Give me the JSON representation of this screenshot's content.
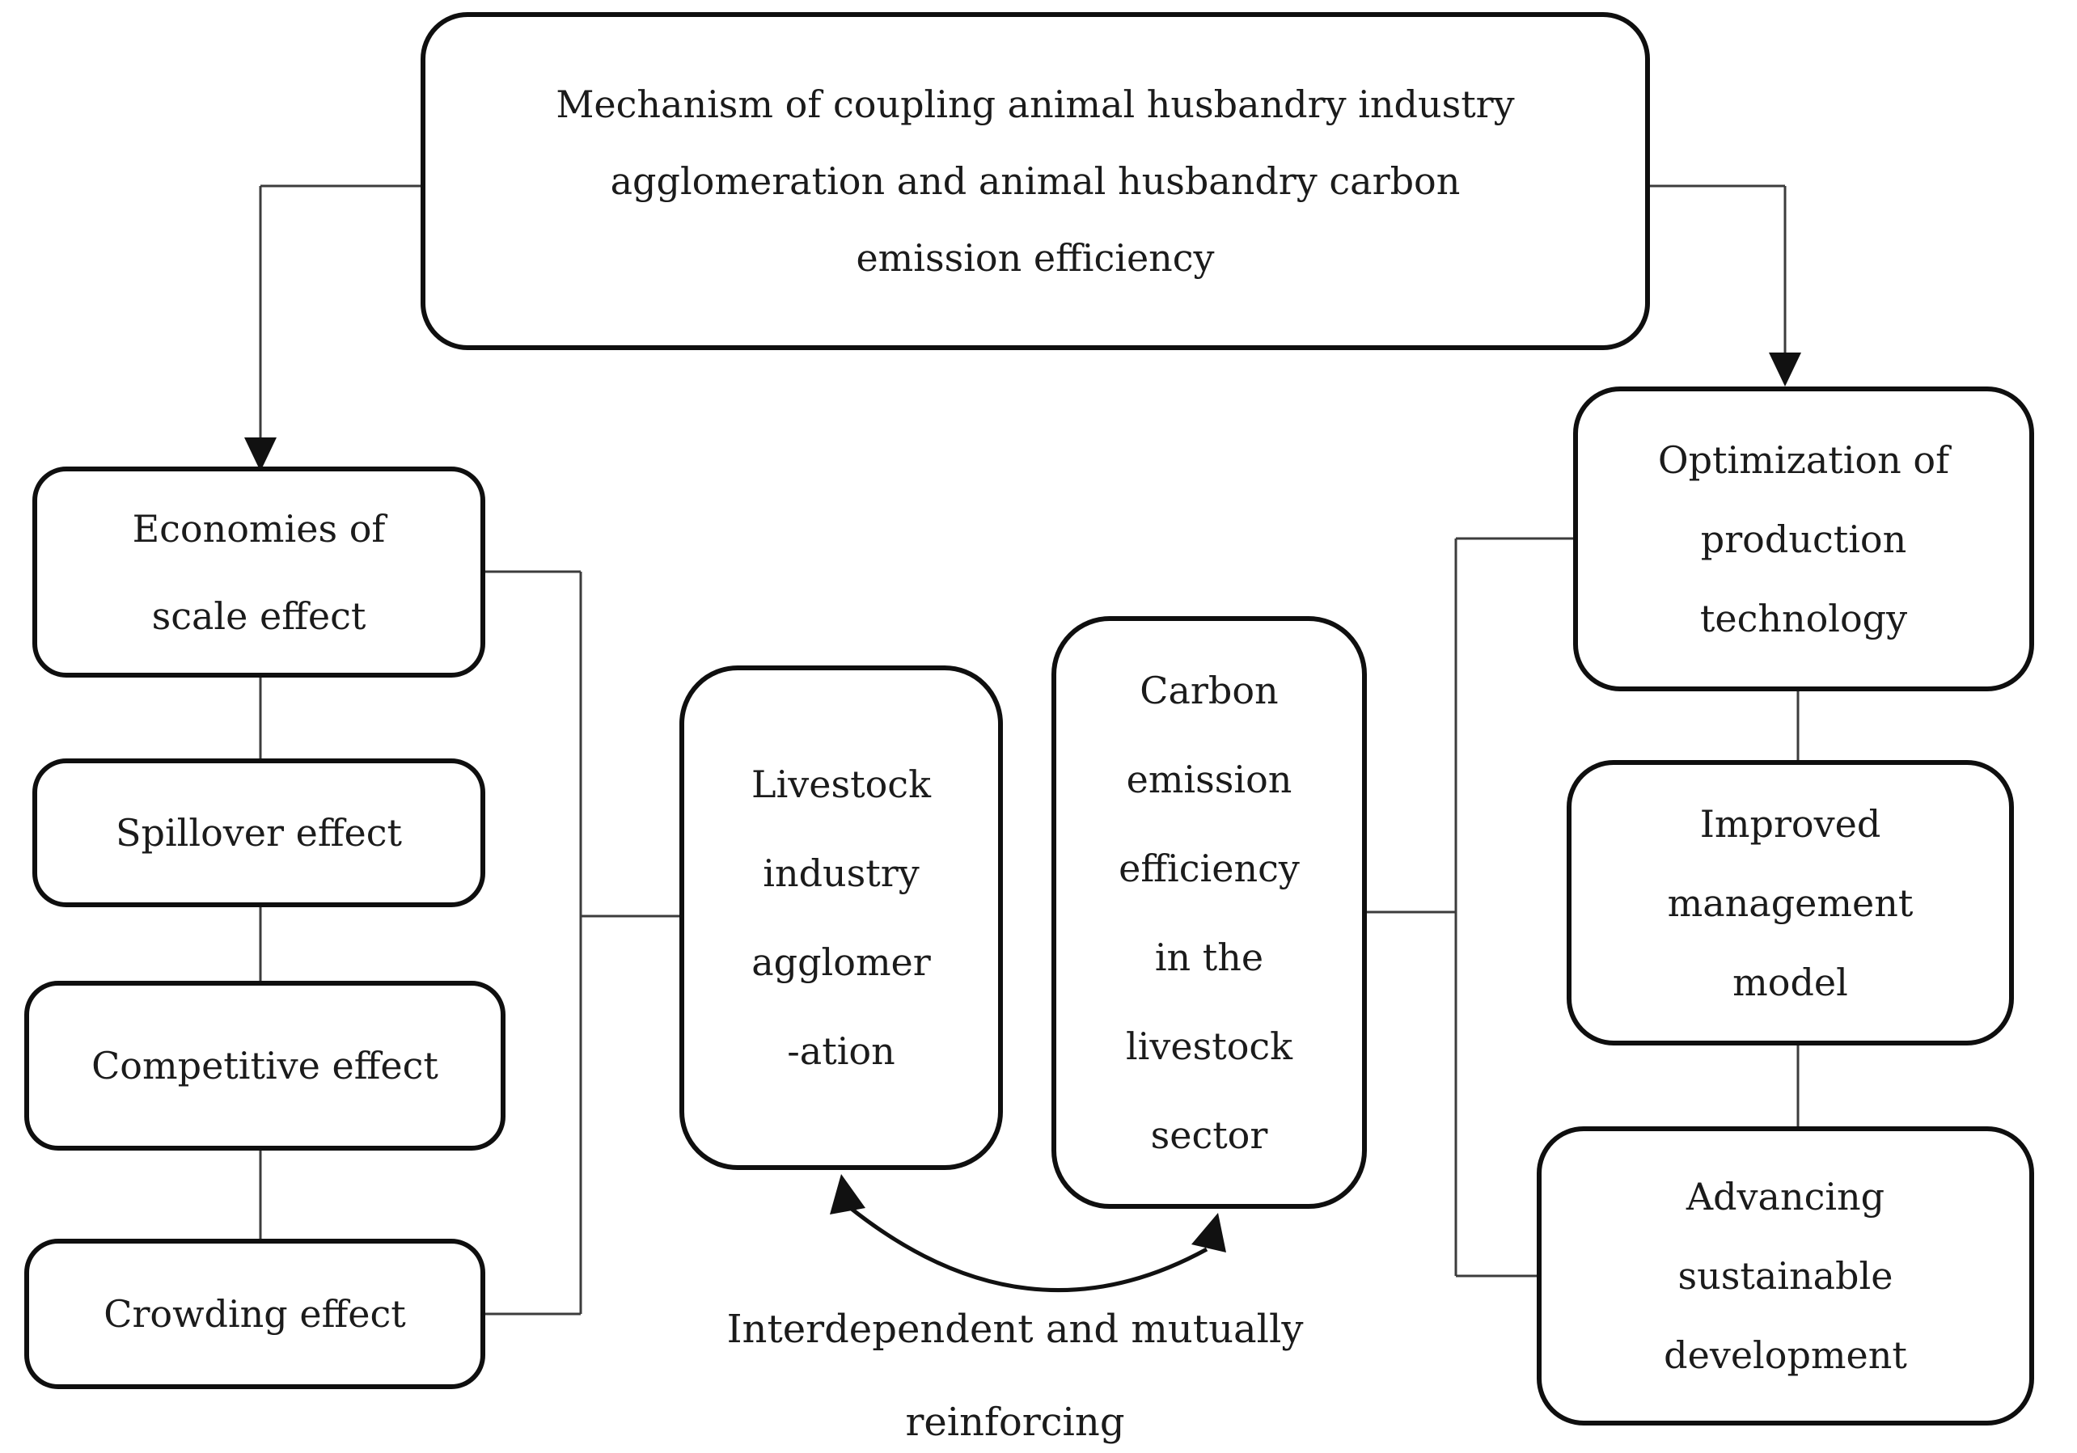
{
  "colors": {
    "background": "#ffffff",
    "box_fill": "#ffffff",
    "border": "#0f0f0f",
    "line": "#3c3c3c",
    "arrow": "#111111",
    "text": "#1b1b1b"
  },
  "boxes": {
    "title": {
      "lines": [
        "Mechanism of coupling animal husbandry industry",
        "agglomeration and animal husbandry carbon",
        "emission efficiency"
      ]
    },
    "economies": {
      "lines": [
        "Economies of",
        "scale effect"
      ]
    },
    "spillover": {
      "lines": [
        "Spillover effect"
      ]
    },
    "competitive": {
      "lines": [
        "Competitive effect"
      ]
    },
    "crowding": {
      "lines": [
        "Crowding effect"
      ]
    },
    "livestock": {
      "lines": [
        "Livestock",
        "industry",
        "agglomer",
        "-ation"
      ]
    },
    "carbon": {
      "lines": [
        "Carbon",
        "emission",
        "efficiency",
        "in the",
        "livestock",
        "sector"
      ]
    },
    "optimization": {
      "lines": [
        "Optimization of",
        "production",
        "technology"
      ]
    },
    "improved": {
      "lines": [
        "Improved",
        "management",
        "model"
      ]
    },
    "advancing": {
      "lines": [
        "Advancing",
        "sustainable",
        "development"
      ]
    }
  },
  "caption": {
    "lines": [
      "Interdependent and mutually",
      "reinforcing"
    ]
  }
}
